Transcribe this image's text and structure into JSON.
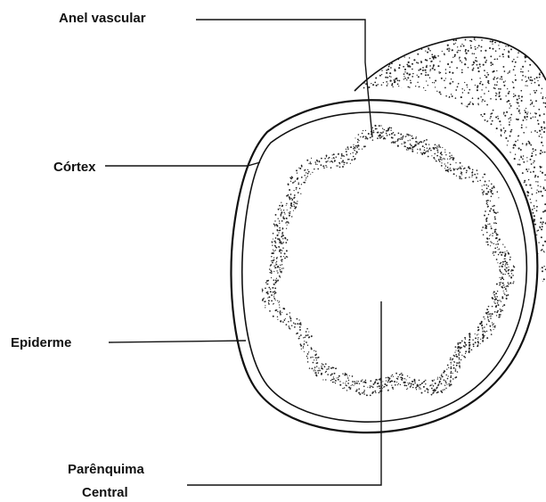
{
  "labels": {
    "anel_vascular": "Anel vascular",
    "cortex": "Córtex",
    "epiderme": "Epiderme",
    "parenquima_line1": "Parênquima",
    "parenquima_line2": "Central"
  },
  "colors": {
    "ink": "#111111",
    "background": "#ffffff",
    "stipple": "#222222"
  }
}
